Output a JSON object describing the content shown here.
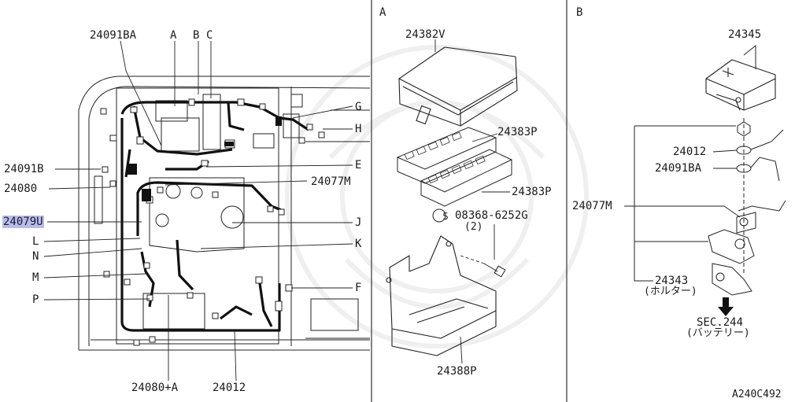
{
  "colors": {
    "ink": "#1a1a1a",
    "highlight": "#b9bde6",
    "watermark": "#efefef"
  },
  "panels": {
    "a_title": "A",
    "b_title": "B"
  },
  "main": {
    "callouts": {
      "part_24091BA": "24091BA",
      "A": "A",
      "B": "B",
      "C": "C",
      "G": "G",
      "H": "H",
      "E": "E",
      "part_24077M": "24077M",
      "J": "J",
      "K": "K",
      "F": "F",
      "part_24091B": "24091B",
      "part_24080": "24080",
      "part_24079U": "24079U",
      "L": "L",
      "N": "N",
      "M": "M",
      "P": "P",
      "part_24080A": "24080+A",
      "part_24012": "24012"
    }
  },
  "panel_a": {
    "cover": "24382V",
    "fuse_block_upper": "24383P",
    "fuse_block_lower": "24383P",
    "screw": "08368-6252G",
    "screw_qty": "(2)",
    "bracket": "24388P"
  },
  "panel_b": {
    "cover": "24345",
    "harness_24012": "24012",
    "harness_24091BA": "24091BA",
    "harness_24077M": "24077M",
    "holder": "24343",
    "holder_note": "(ホルター)",
    "section": "SEC.244",
    "section_note": "(バッテリー)"
  },
  "figure_code": "A240C492"
}
